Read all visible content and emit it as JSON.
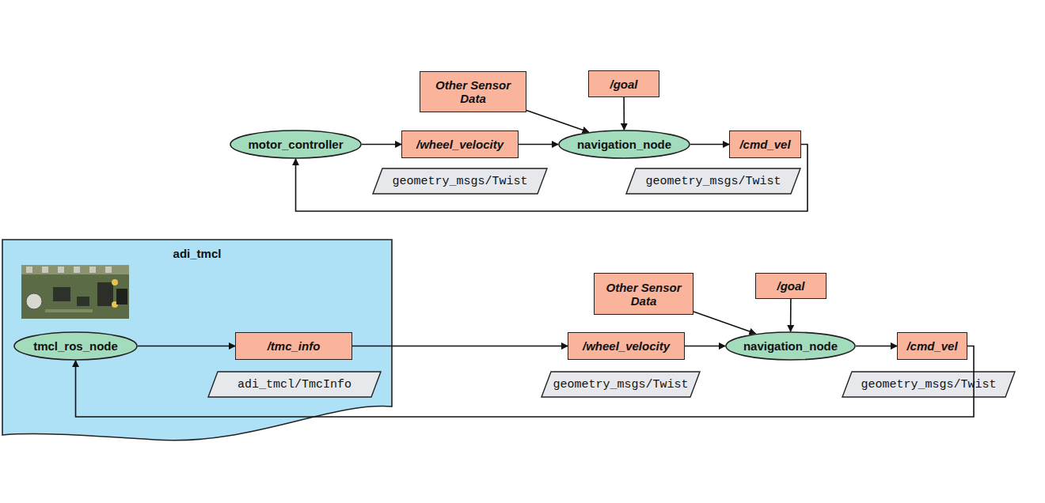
{
  "diagram": {
    "nodes": [
      {
        "text": [
          "Other Sensor Data"
        ]
      },
      {
        "text": [
          "/goal"
        ]
      },
      {
        "text": [
          "motor_controller"
        ]
      },
      {
        "text": [
          "/wheel_velocity"
        ]
      },
      {
        "text": [
          "navigation_node"
        ]
      },
      {
        "text": [
          "/cmd_vel"
        ]
      },
      {
        "text": [
          "geometry_msgs/Twist"
        ]
      },
      {
        "text": [
          "geometry_msgs/Twist"
        ]
      },
      {
        "text": [
          "adi_tmcl"
        ]
      },
      {
        "text": [
          "tmcl_ros_node"
        ],
        "in": 8
      },
      {
        "text": [
          "/tmc_info"
        ],
        "in": 8
      },
      {
        "text": [
          "adi_tmcl/TmcInfo"
        ],
        "in": 8
      },
      {
        "text": [
          "Other Sensor Data"
        ]
      },
      {
        "text": [
          "/goal"
        ]
      },
      {
        "text": [
          "/wheel_velocity"
        ]
      },
      {
        "text": [
          "navigation_node"
        ]
      },
      {
        "text": [
          "/cmd_vel"
        ]
      },
      {
        "text": [
          "geometry_msgs/Twist"
        ]
      },
      {
        "text": [
          "geometry_msgs/Twist"
        ]
      }
    ],
    "edges": [
      {
        "from": 2,
        "to": 3,
        "arrow": "to"
      },
      {
        "from": 3,
        "to": 4,
        "arrow": "to"
      },
      {
        "from": 0,
        "to": 4,
        "arrow": "to"
      },
      {
        "from": 1,
        "to": 4,
        "arrow": "to"
      },
      {
        "from": 4,
        "to": 5,
        "arrow": "to"
      },
      {
        "from": 5,
        "to": 2,
        "arrow": "to"
      },
      {
        "from": 9,
        "to": 10,
        "arrow": "to"
      },
      {
        "from": 10,
        "to": 14,
        "arrow": "to"
      },
      {
        "from": 14,
        "to": 15,
        "arrow": "to"
      },
      {
        "from": 12,
        "to": 15,
        "arrow": "to"
      },
      {
        "from": 13,
        "to": 15,
        "arrow": "to"
      },
      {
        "from": 15,
        "to": 16,
        "arrow": "to"
      },
      {
        "from": 16,
        "to": 9,
        "arrow": "to"
      }
    ]
  }
}
